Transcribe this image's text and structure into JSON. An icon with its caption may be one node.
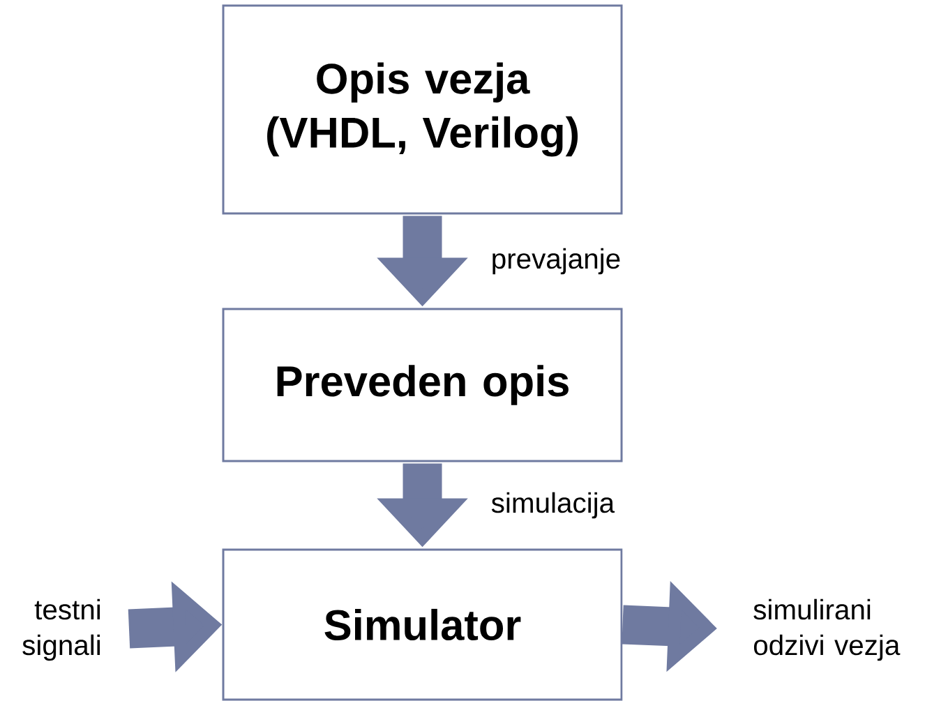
{
  "diagram": {
    "nodes": [
      {
        "text": [
          "Opis vezja (VHDL, Verilog)"
        ]
      },
      {
        "text": [
          "Preveden opis"
        ]
      },
      {
        "text": [
          "Simulator"
        ]
      },
      {
        "text": [
          "testni signali"
        ]
      },
      {
        "text": [
          "simulirani odzivi vezja"
        ]
      }
    ],
    "edges": [
      {
        "from": 0,
        "to": 1,
        "arrow": "to",
        "label": "prevajanje"
      },
      {
        "from": 1,
        "to": 2,
        "arrow": "to",
        "label": "simulacija"
      },
      {
        "from": 3,
        "to": 2,
        "arrow": "to"
      },
      {
        "from": 2,
        "to": 4,
        "arrow": "to"
      }
    ]
  }
}
